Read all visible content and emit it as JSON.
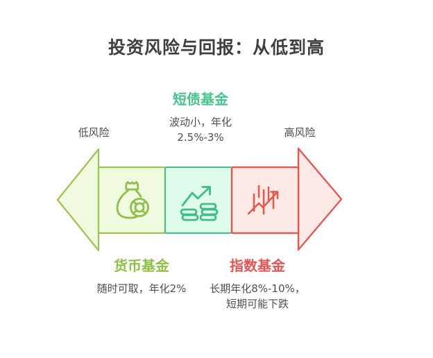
{
  "title": "投资风险与回报：从低到高",
  "risk_axis": {
    "low_label": "低风险",
    "high_label": "高风险"
  },
  "funds": {
    "short_bond": {
      "name": "短债基金",
      "desc_line1": "波动小，年化",
      "desc_line2": "2.5%-3%",
      "icon": "coins-trend-up-icon",
      "color": "#47c48c"
    },
    "money": {
      "name": "货币基金",
      "desc_line1": "随时可取，年化2%",
      "icon": "money-bag-coin-icon",
      "color": "#8cc046"
    },
    "index": {
      "name": "指数基金",
      "desc_line1": "长期年化8%-10%，",
      "desc_line2": "短期可能下跌",
      "icon": "candlestick-trend-icon",
      "color": "#e25555"
    }
  },
  "colors": {
    "background": "#ffffff",
    "title_text": "#3f3f3f",
    "body_text": "#4f4f4f",
    "lime_stroke": "#9cc250",
    "lime_fill": "#f0fade",
    "mint_stroke": "#49c088",
    "mint_fill": "#dffbeb",
    "red_stroke": "#e2594f",
    "red_fill": "#fdeae7"
  }
}
